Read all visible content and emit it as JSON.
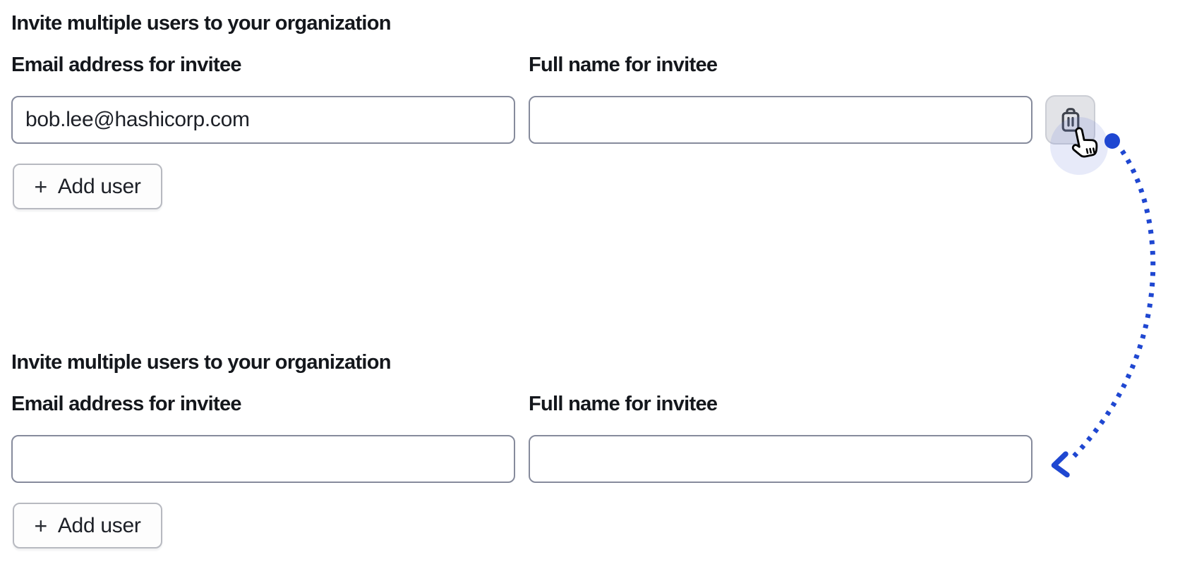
{
  "colors": {
    "accent_blue": "#1f47d1",
    "text_primary": "#14171c",
    "input_border": "#868b9c",
    "button_border": "#b7b9c0",
    "button_bg": "#fdfdfd",
    "delete_button_bg": "#e2e3e7",
    "delete_button_border": "#cbcdd4",
    "trash_icon_color": "#3f434c",
    "cursor_halo": "rgba(108,126,216,0.16)"
  },
  "form_before": {
    "heading": "Invite multiple users to your organization",
    "email_label": "Email address for invitee",
    "name_label": "Full name for invitee",
    "email_value": "bob.lee@hashicorp.com",
    "name_value": "",
    "add_user_plus": "+",
    "add_user_button": "Add user"
  },
  "form_after": {
    "heading": "Invite multiple users to your organization",
    "email_label": "Email address for invitee",
    "name_label": "Full name for invitee",
    "email_value": "",
    "name_value": "",
    "add_user_plus": "+",
    "add_user_button": "Add user"
  },
  "annotation": {
    "delete_icon": "trash-icon",
    "cursor_icon": "pointer-hand-icon",
    "arrow": "blue dotted curved arrow from delete button of first form to second form"
  }
}
